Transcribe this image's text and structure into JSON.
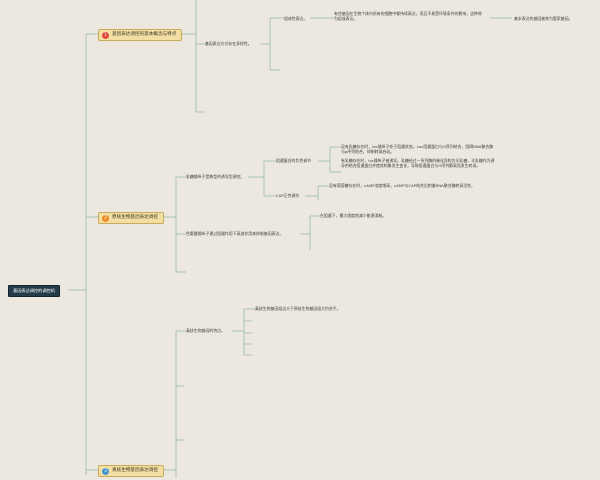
{
  "colors": {
    "background": "#ede8df",
    "connector": "#a9c3b4",
    "root_fill": "#253b4a",
    "topic_fill": "#f3dfa4",
    "badge_1": "#e0483d",
    "badge_2": "#ee8b23",
    "badge_3": "#3f93cf"
  },
  "root": {
    "label": "基因表达调控的调控机"
  },
  "topics": [
    {
      "number": "1",
      "label": "基因表达调控的基本概念与特点",
      "subtopics": [
        {
          "label": "基因表达方式存在多样性。",
          "children": [
            {
              "label": "组成性表达。",
              "detail": "有些基因在生物个体内所有的细胞中都持续表达，而且不易受环境条件的影响，这种称为组成表达。",
              "note": "基本表达的基因被称为管家基因。"
            }
          ]
        }
      ]
    },
    {
      "number": "2",
      "label": "原核生物基因表达调控",
      "subtopics": [
        {
          "label": "乳糖操纵子是典型的诱导型调控。",
          "children": [
            {
              "label": "阻遏蛋白的负性调节",
              "details": [
                "没有乳糖存在时，lac操纵子处于阻遏状态。Lac阻遏蛋白与O序列结合，阻碍RNA聚合酶与p序列结合，抑制转录启动。",
                "有乳糖存在时，lac操纵子被诱导。乳糖经过一系列酶的催化异构为半乳糖，半乳糖作为诱导剂结合阻遏蛋白并使其构象发生变化，导致阻遏蛋白与O序列解离而发生转录。"
              ]
            },
            {
              "label": "CAP正性调节",
              "details": [
                "没有葡萄糖存在时，cAMP浓度增高，cAMP与CAP结合后刺激RNA聚合酶转录活性。"
              ]
            }
          ]
        },
        {
          "label": "色氨酸操纵子通过阻遏作用下衰减作用来抑制基因表达。",
          "children": [
            {
              "label": "在阻遏下，最大限度地减少能源消耗。"
            }
          ]
        }
      ]
    },
    {
      "number": "3",
      "label": "真核生物基因表达调控",
      "subtopics": [
        {
          "label": "真核生物基因的特点。",
          "children": [
            {
              "label": "真核生物基因组远大于原核生物基因组大约合乎。"
            }
          ]
        }
      ]
    }
  ]
}
